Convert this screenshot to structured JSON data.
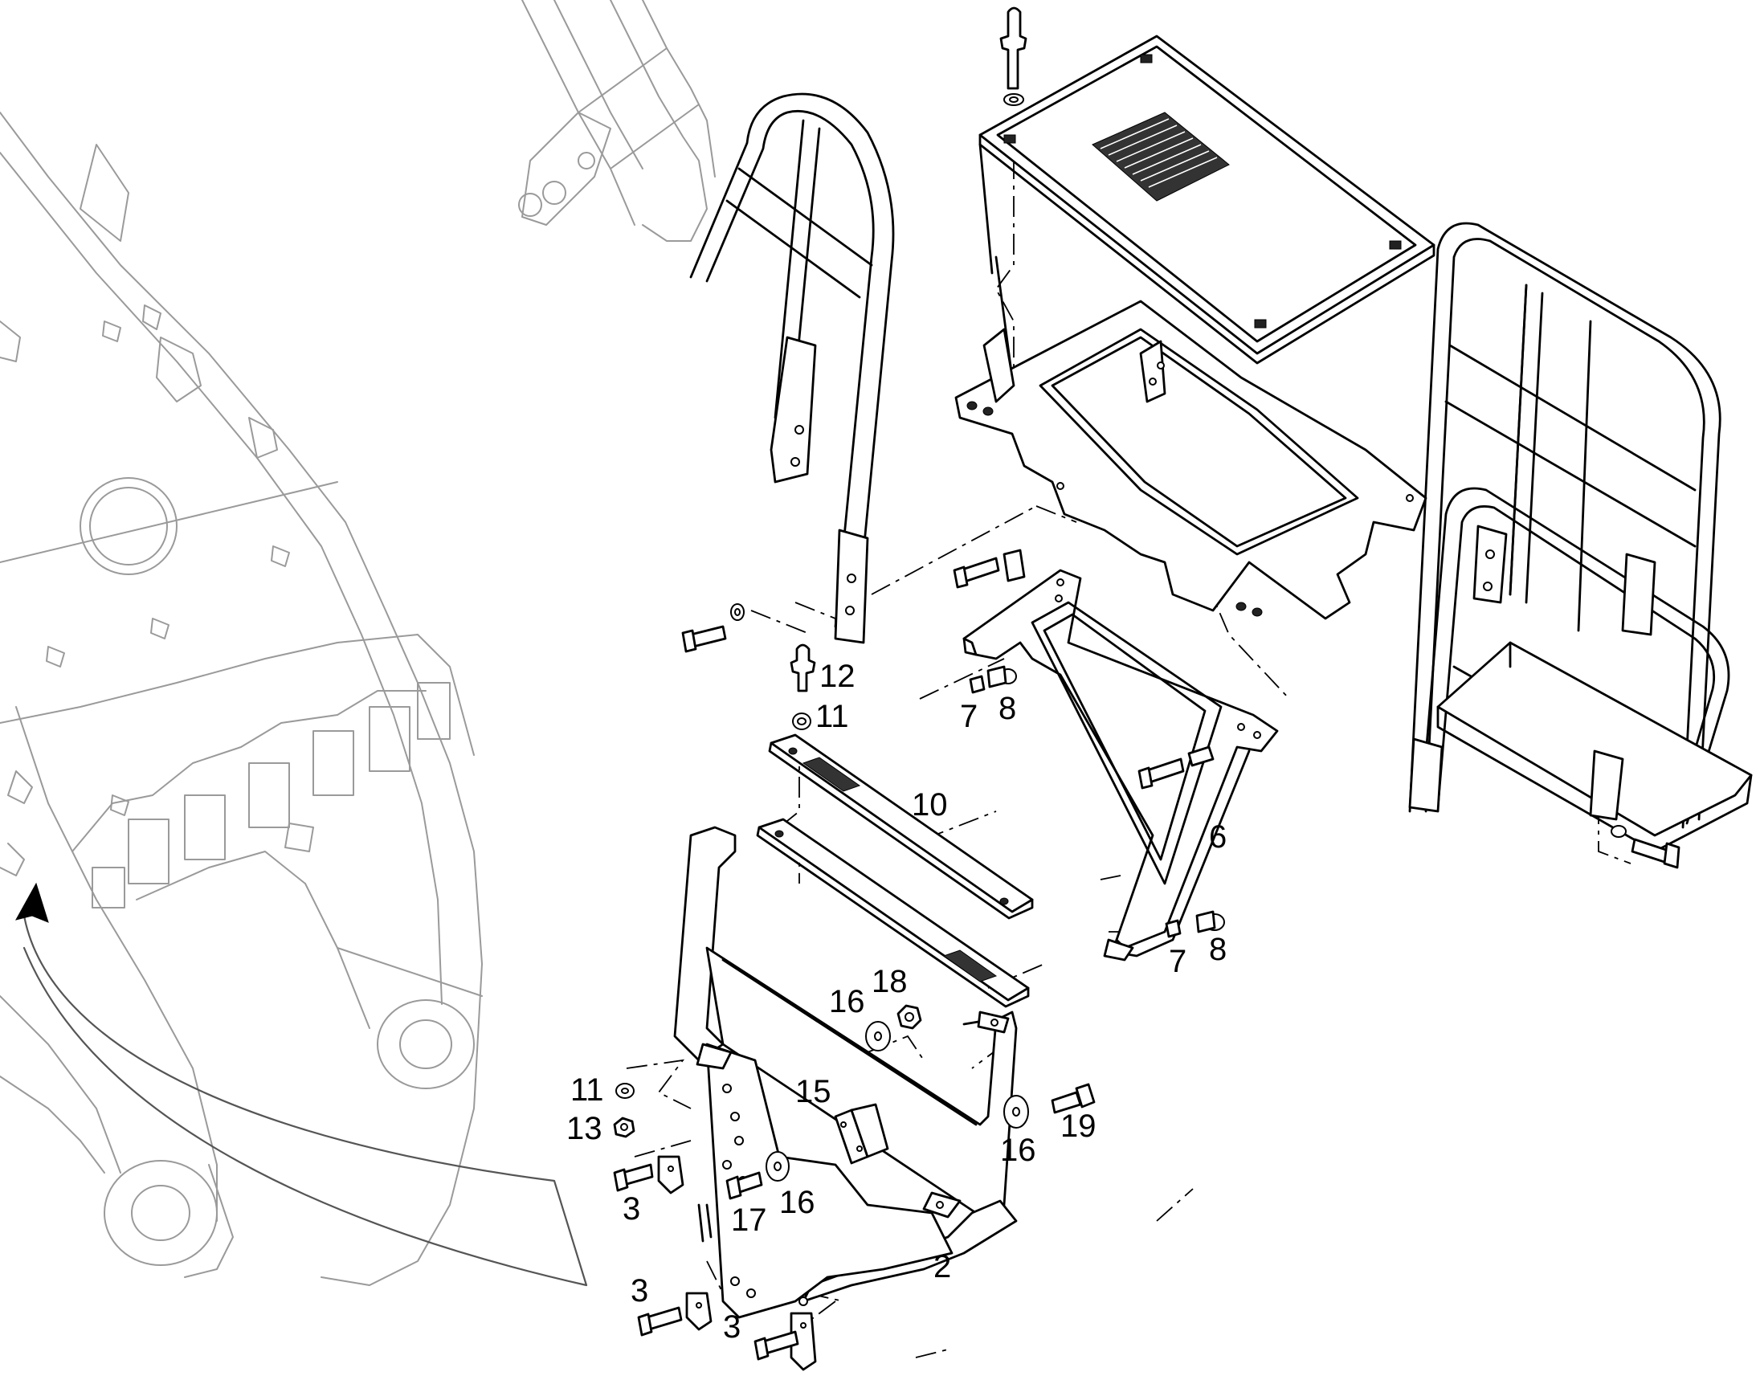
{
  "figure": {
    "kind": "exploded parts diagram",
    "callouts": [
      "12",
      "11",
      "10",
      "7",
      "8",
      "6",
      "7",
      "8",
      "16",
      "18",
      "11",
      "13",
      "15",
      "16",
      "19",
      "3",
      "17",
      "16",
      "2",
      "3",
      "3"
    ]
  },
  "colors": {
    "line": "#000000",
    "ghost": "#9a9a9a",
    "background": "#ffffff"
  }
}
